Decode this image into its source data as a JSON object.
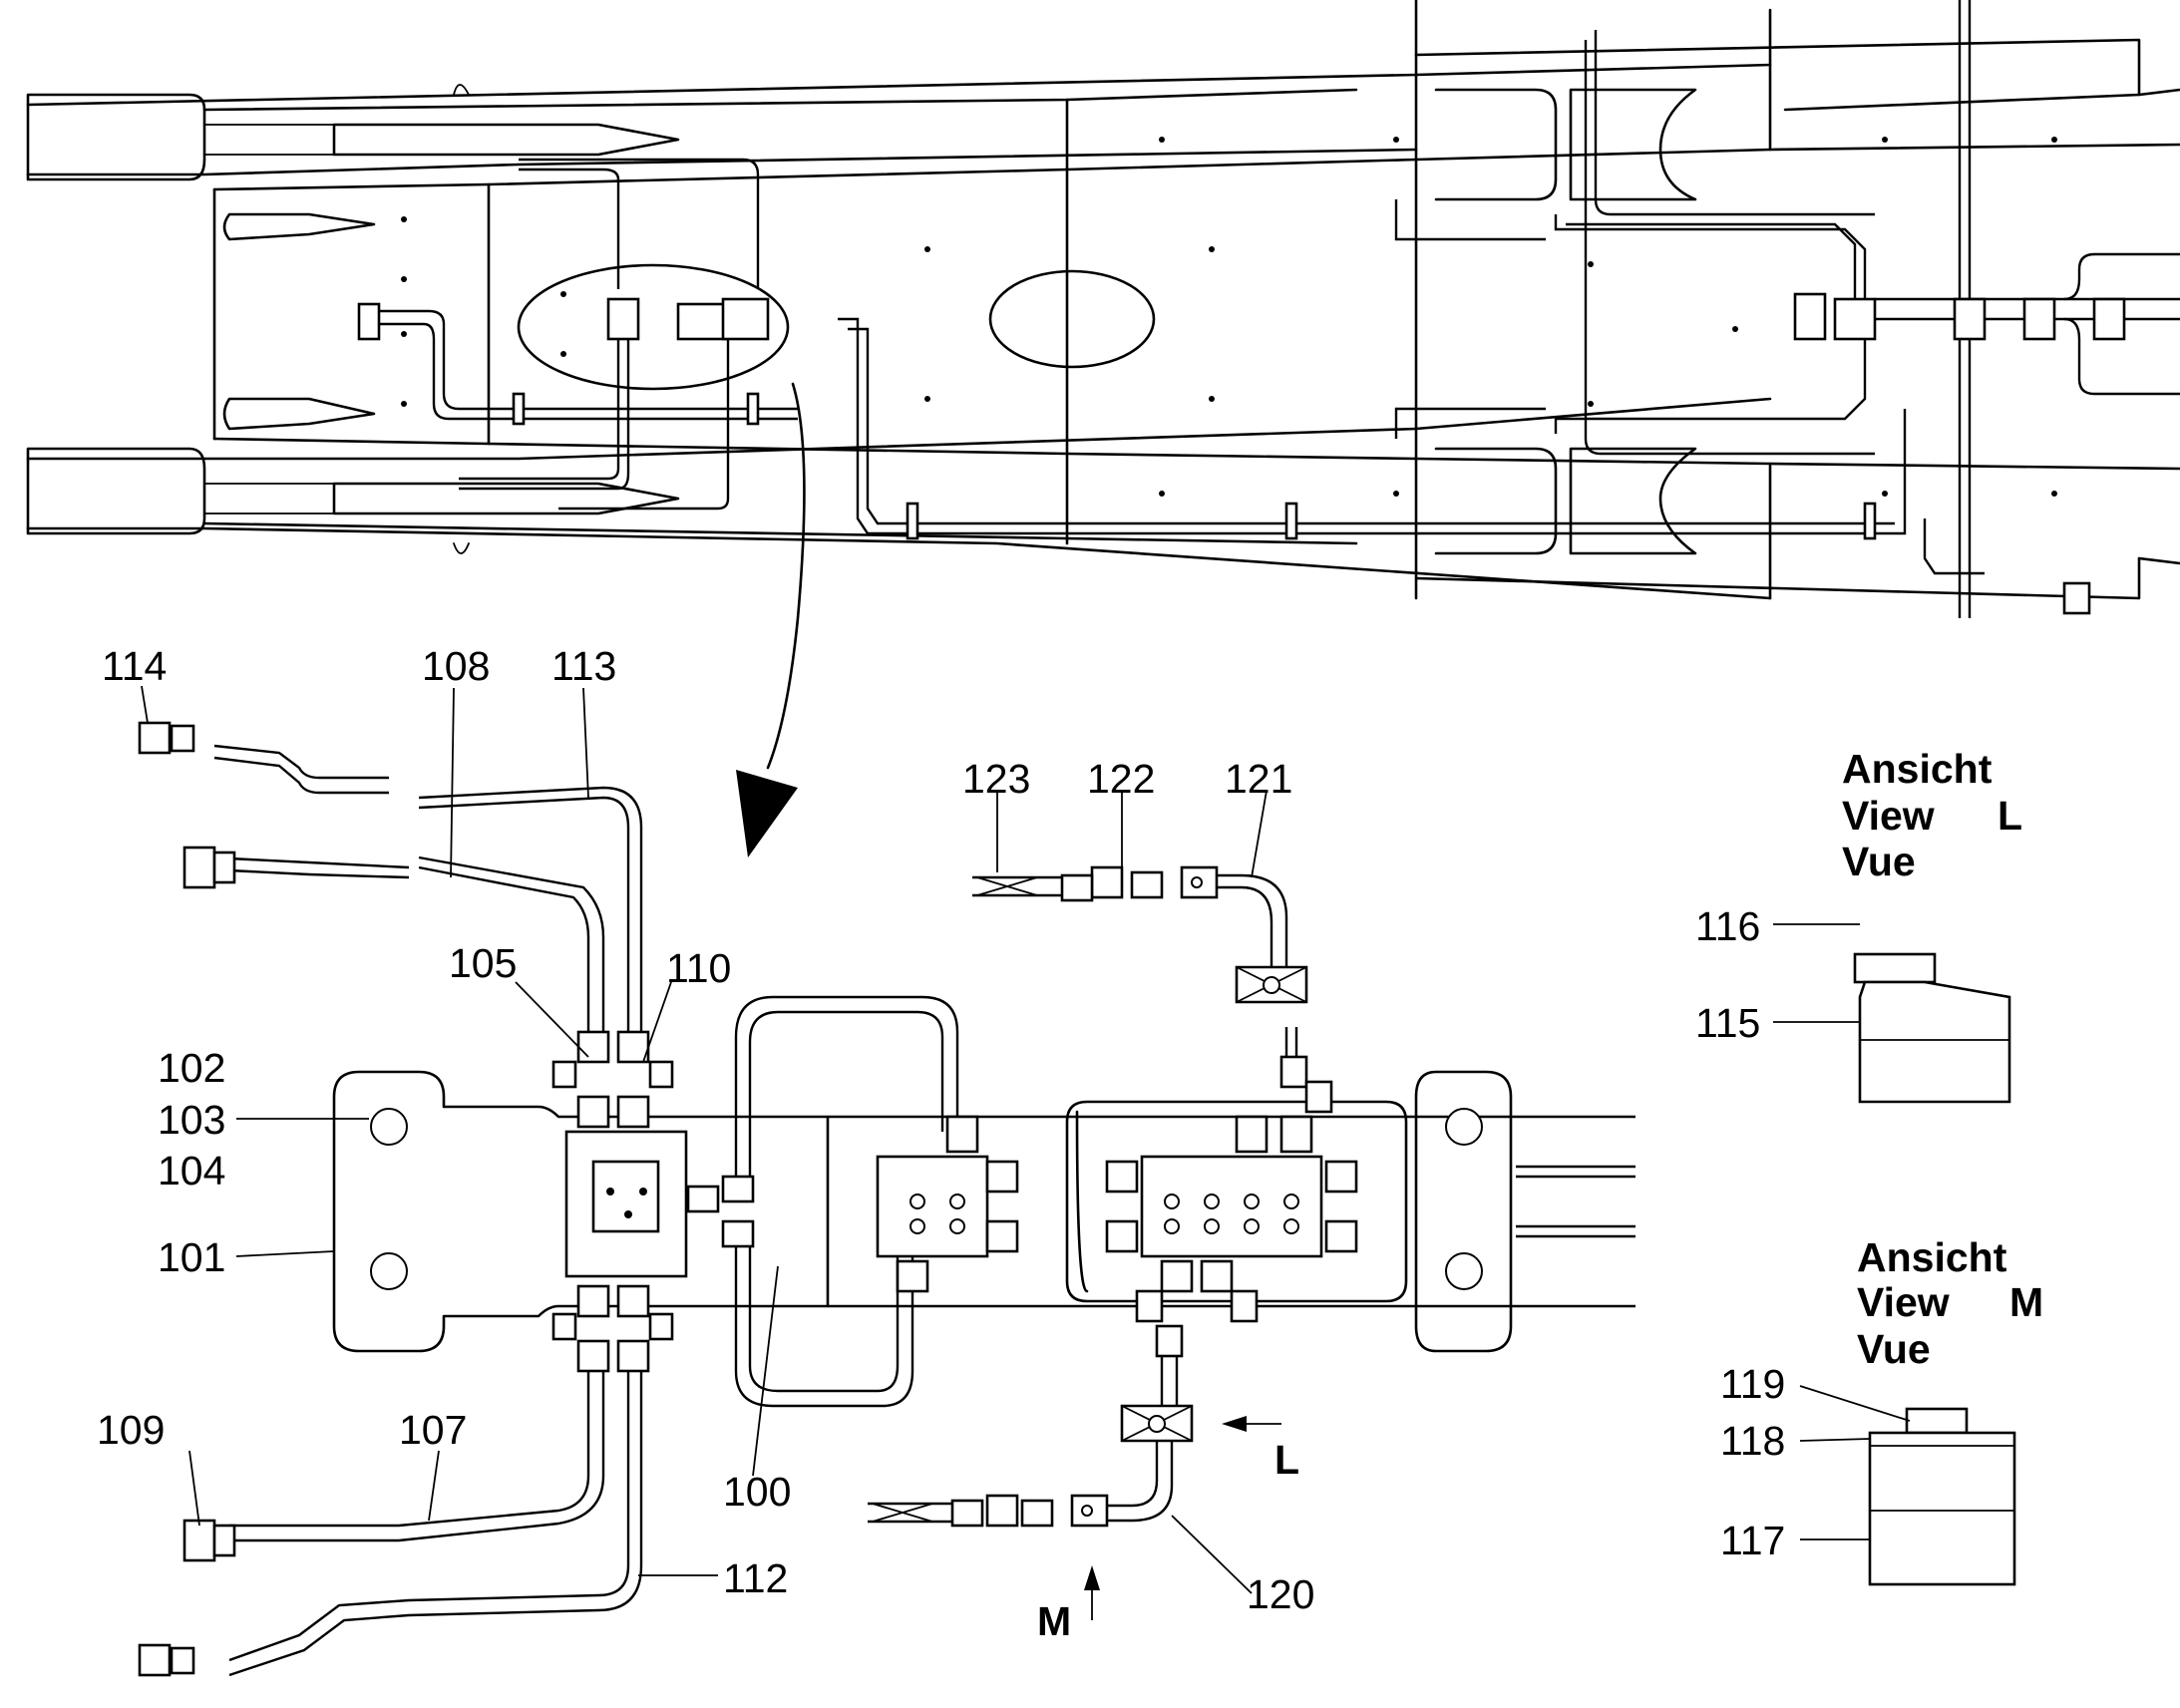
{
  "labels": {
    "n100": "100",
    "n101": "101",
    "n102": "102",
    "n103": "103",
    "n104": "104",
    "n105": "105",
    "n107": "107",
    "n108": "108",
    "n109": "109",
    "n110": "110",
    "n112": "112",
    "n113": "113",
    "n114": "114",
    "n115": "115",
    "n116": "116",
    "n117": "117",
    "n118": "118",
    "n119": "119",
    "n120": "120",
    "n121": "121",
    "n122": "122",
    "n123": "123"
  },
  "view_l": {
    "line1": "Ansicht",
    "line2": "View",
    "letter": "L",
    "line3": "Vue"
  },
  "view_m": {
    "line1": "Ansicht",
    "line2": "View",
    "letter": "M",
    "line3": "Vue"
  },
  "arrows": {
    "l": "L",
    "m": "M"
  }
}
